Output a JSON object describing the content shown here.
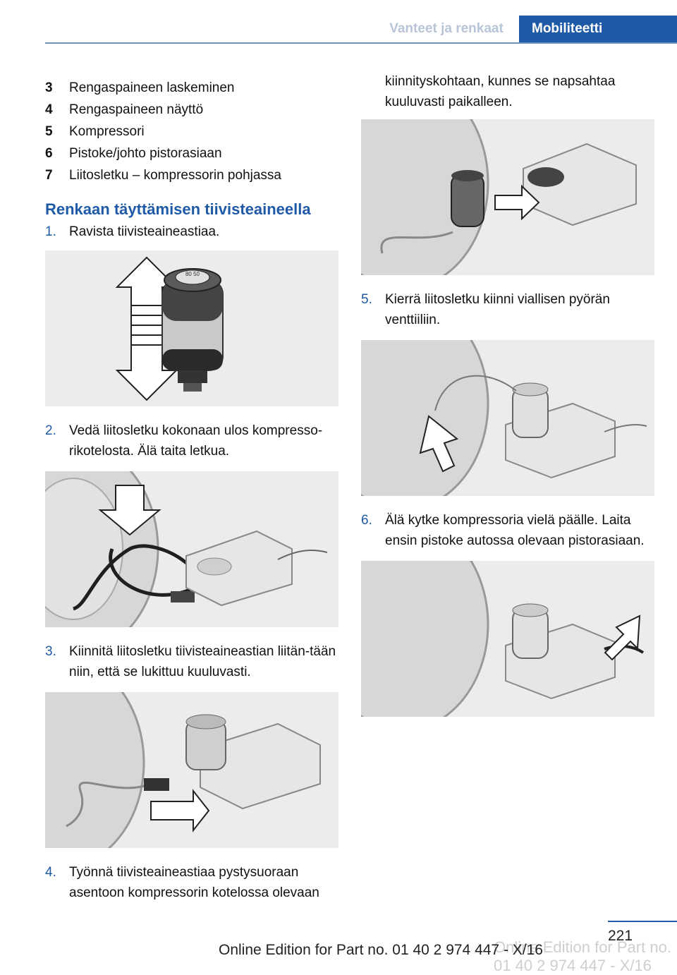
{
  "header": {
    "section": "Vanteet ja renkaat",
    "active_section": "Mobiliteetti"
  },
  "parts": [
    {
      "num": "3",
      "text": "Rengaspaineen laskeminen"
    },
    {
      "num": "4",
      "text": "Rengaspaineen näyttö"
    },
    {
      "num": "5",
      "text": "Kompressori"
    },
    {
      "num": "6",
      "text": "Pistoke/johto pistorasiaan"
    },
    {
      "num": "7",
      "text": "Liitosletku – kompressorin pohjassa"
    }
  ],
  "heading": "Renkaan täyttämisen tiivisteaineella",
  "steps": {
    "s1": {
      "num": "1.",
      "text": "Ravista tiivisteaineastiaa."
    },
    "s2": {
      "num": "2.",
      "text": "Vedä liitosletku kokonaan ulos kompresso-rikotelosta. Älä taita letkua."
    },
    "s3": {
      "num": "3.",
      "text": "Kiinnitä liitosletku tiivisteaineastian liitän-tään niin, että se lukittuu kuuluvasti."
    },
    "s4": {
      "num": "4.",
      "text": "Työnnä tiivisteaineastiaa pystysuoraan asentoon kompressorin kotelossa olevaan"
    },
    "s4_cont": "kiinnityskohtaan, kunnes se napsahtaa kuuluvasti paikalleen.",
    "s5": {
      "num": "5.",
      "text": "Kierrä liitosletku kiinni viallisen pyörän venttiiliin."
    },
    "s6": {
      "num": "6.",
      "text": "Älä kytke kompressoria vielä päälle. Laita ensin pistoke autossa olevaan pistorasiaan."
    }
  },
  "illustration_labels": {
    "bottle_gauge": "80 50"
  },
  "footer": {
    "page": "221",
    "edition": "Online Edition for Part no. 01 40 2 974 447 - X/16",
    "watermark": "Online Edition for Part no. 01 40 2 974 447 - X/16"
  }
}
